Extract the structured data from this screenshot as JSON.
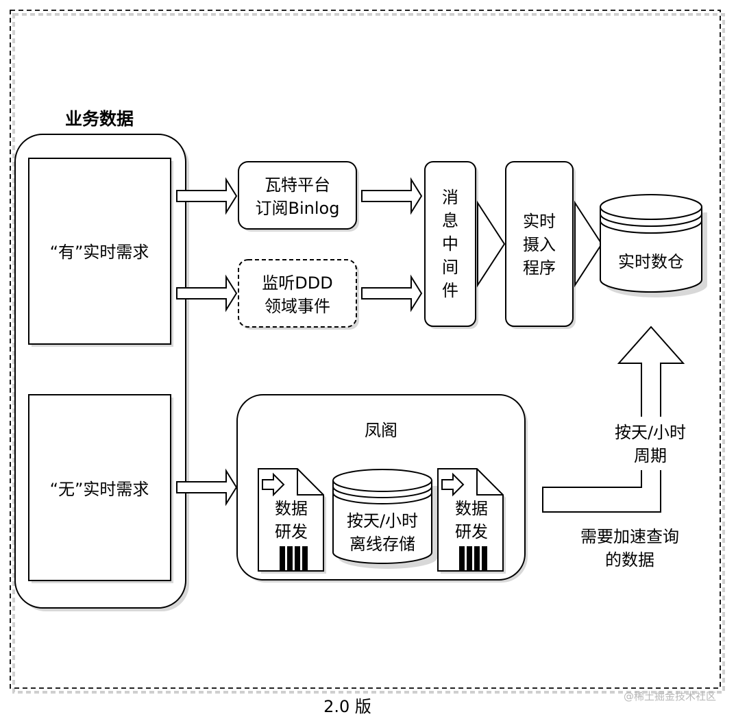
{
  "section_title": "业务数据",
  "left_blocks": {
    "realtime": "“有”实时需求",
    "no_realtime": "“无”实时需求"
  },
  "sources": {
    "binlog": [
      "瓦特平台",
      "订阅Binlog"
    ],
    "ddd": [
      "监听DDD",
      "领域事件"
    ]
  },
  "middleware": [
    "消",
    "息",
    "中",
    "间",
    "件"
  ],
  "ingest": [
    "实时",
    "摄入",
    "程序"
  ],
  "warehouse": "实时数仓",
  "fengge": {
    "title": "凤阁",
    "dev_left": [
      "数据",
      "研发"
    ],
    "storage": [
      "按天/小时",
      "离线存储"
    ],
    "dev_right": [
      "数据",
      "研发"
    ]
  },
  "periodic": [
    "按天/小时",
    "周期"
  ],
  "accelerate": [
    "需要加速查询",
    "的数据"
  ],
  "version": "2.0 版",
  "watermark": "@稀土掘金技术社区"
}
